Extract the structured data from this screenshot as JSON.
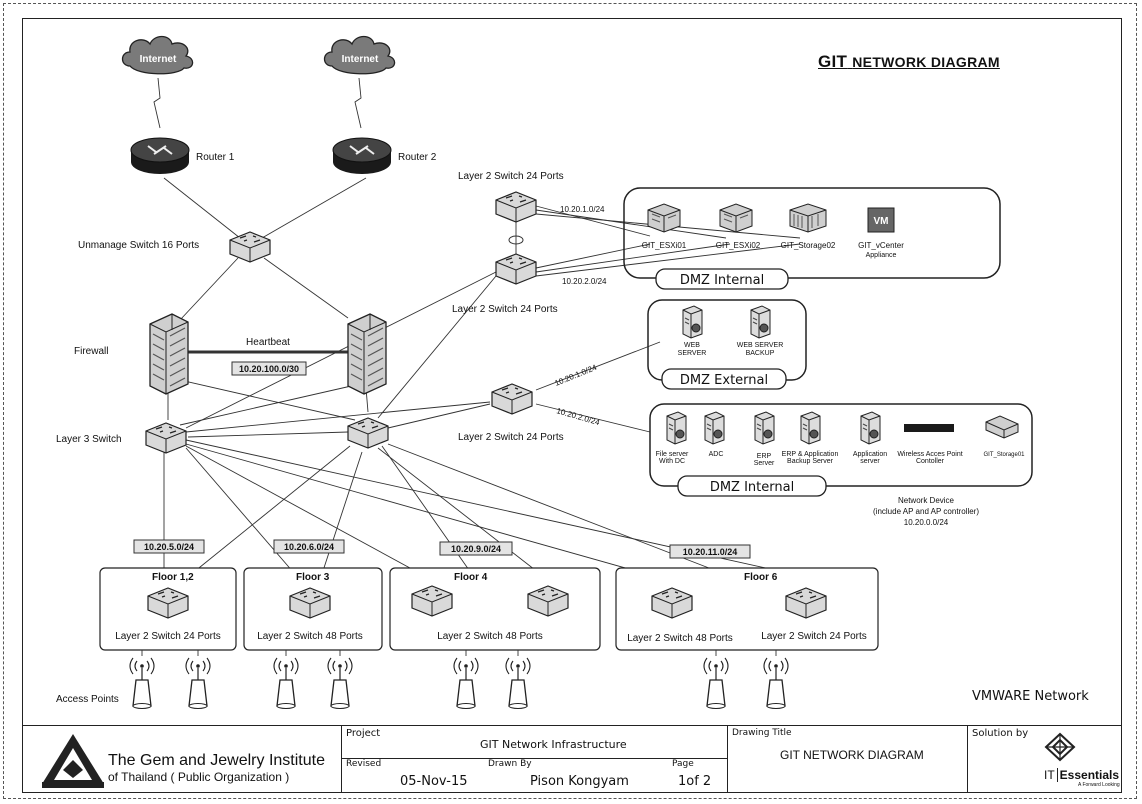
{
  "title": {
    "main": "GIT",
    "rest": "NETWORK DIAGRAM"
  },
  "clouds": [
    {
      "label": "Internet"
    },
    {
      "label": "Internet"
    }
  ],
  "routers": [
    {
      "label": "Router 1"
    },
    {
      "label": "Router 2"
    }
  ],
  "unmanaged_switch": {
    "label": "Unmanage Switch 16 Ports"
  },
  "firewall": {
    "label": "Firewall",
    "heartbeat": "Heartbeat",
    "heartbeat_subnet": "10.20.100.0/30"
  },
  "layer3": {
    "label": "Layer 3 Switch"
  },
  "dmz_top": {
    "switch_label_top": "Layer 2 Switch 24 Ports",
    "switch_label_bottom": "Layer 2 Switch 24 Ports",
    "subnet1": "10.20.1.0/24",
    "subnet2": "10.20.2.0/24",
    "servers": [
      "GIT_ESXi01",
      "GIT_ESXi02",
      "GIT_Storage02",
      "GIT_vCenter"
    ],
    "vcenter_sub": "Appliance",
    "zone_label": "DMZ Internal"
  },
  "dmz_external": {
    "subnet": "10.20.1.0/24",
    "servers": [
      "WEB",
      "WEB SERVER"
    ],
    "servers_line2": [
      "SERVER",
      "BACKUP"
    ],
    "zone_label": "DMZ External"
  },
  "dmz_internal2": {
    "switch_label": "Layer 2 Switch 24 Ports",
    "subnet": "10.20.2.0/24",
    "servers_line1": [
      "File server",
      "ADC",
      "ERP",
      "ERP & Application",
      "Application",
      "Wireless Acces Point",
      "GIT_Storage01"
    ],
    "servers_line2": [
      "With DC",
      "",
      "Server",
      "Backup Server",
      "server",
      "Contoller",
      ""
    ],
    "zone_label": "DMZ Internal"
  },
  "network_device": {
    "line1": "Network Device",
    "line2": "(include AP and AP controller)",
    "line3": "10.20.0.0/24"
  },
  "floors": [
    {
      "name": "Floor 1,2",
      "subnet": "10.20.5.0/24",
      "switches": [
        "Layer 2 Switch 24 Ports"
      ]
    },
    {
      "name": "Floor 3",
      "subnet": "10.20.6.0/24",
      "switches": [
        "Layer 2 Switch 48 Ports"
      ]
    },
    {
      "name": "Floor 4",
      "subnet": "10.20.9.0/24",
      "switches": [
        "Layer 2 Switch 48 Ports"
      ]
    },
    {
      "name": "Floor 6",
      "subnet": "10.20.11.0/24",
      "switches": [
        "Layer 2 Switch 48 Ports",
        "Layer 2 Switch 24 Ports"
      ]
    }
  ],
  "access_points_label": "Access Points",
  "vmware_label": "VMWARE Network",
  "titleblock": {
    "org_line1": "The Gem and Jewelry Institute",
    "org_line2": "of Thailand ( Public Organization )",
    "project_label": "Project",
    "project_value": "GIT Network Infrastructure",
    "revised_label": "Revised",
    "revised_value": "05-Nov-15",
    "drawn_label": "Drawn By",
    "drawn_value": "Pison Kongyam",
    "page_label": "Page",
    "page_value": "1of 2",
    "drawing_title_label": "Drawing Title",
    "drawing_title_value": "GIT NETWORK DIAGRAM",
    "solution_label": "Solution by",
    "solution_brand1": "IT",
    "solution_brand2": "Essentials",
    "solution_sub": "A Forward Looking"
  }
}
